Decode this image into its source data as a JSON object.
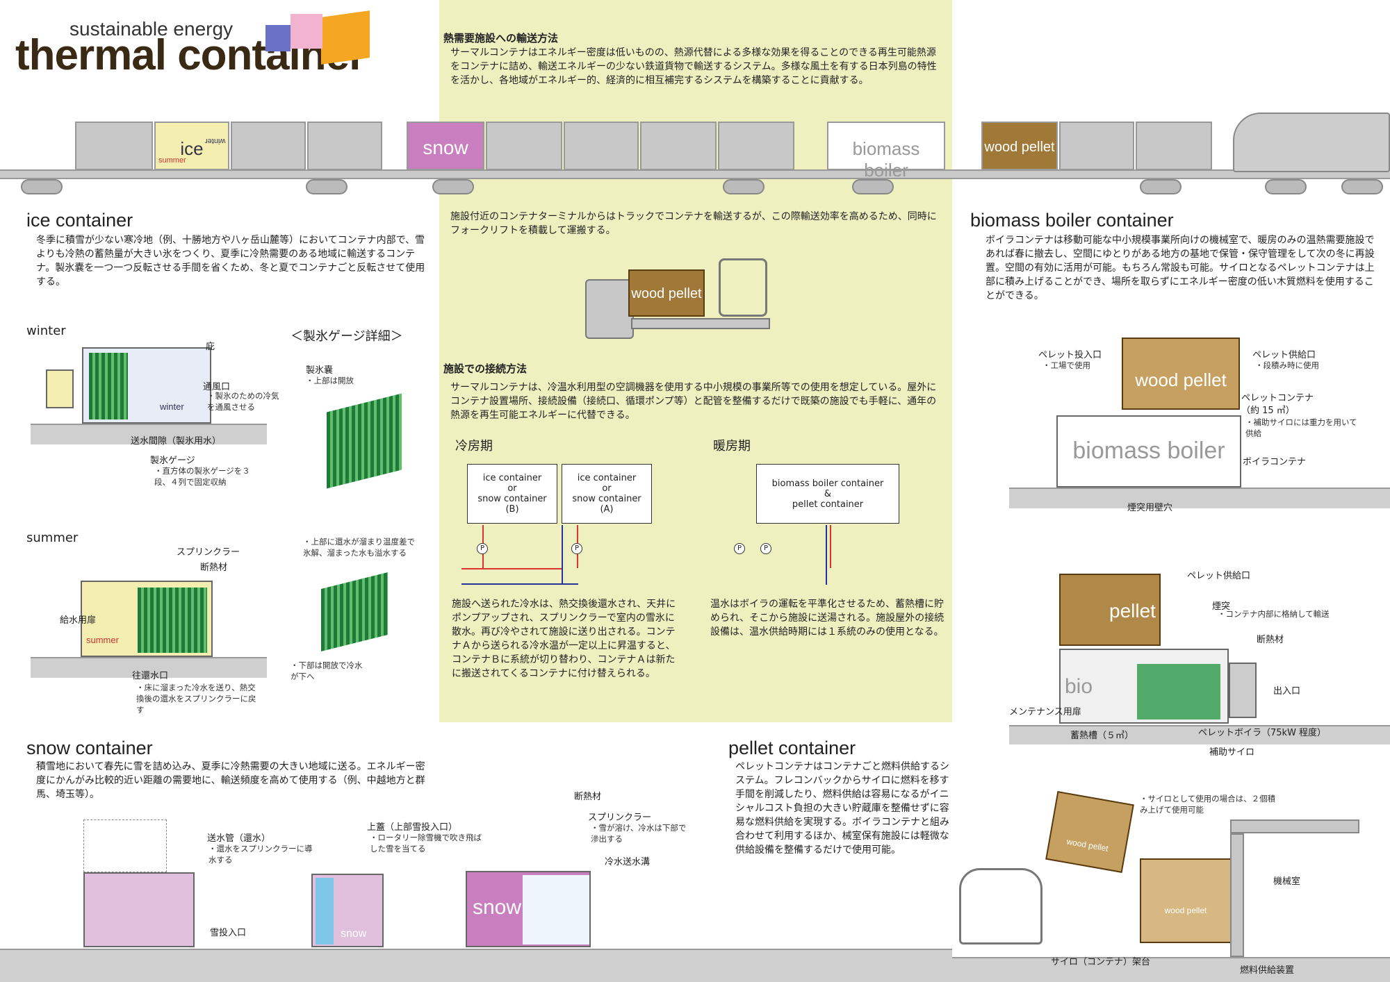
{
  "logo": {
    "small": "sustainable energy",
    "big": "thermal container"
  },
  "transport": {
    "title": "熱需要施設への輸送方法",
    "body": "サーマルコンテナはエネルギー密度は低いものの、熱源代替による多様な効果を得ることのできる再生可能熱源をコンテナに詰め、輸送エネルギーの少ない鉄道貨物で輸送するシステム。多様な風土を有する日本列島の特性を活かし、各地域がエネルギー的、経済的に相互補完するシステムを構築することに貢献する。",
    "truck_text": "施設付近のコンテナターミナルからはトラックでコンテナを輸送するが、この際輸送効率を高めるため、同時にフォークリフトを積載して運搬する。"
  },
  "train": {
    "containers": [
      "ice",
      "snow",
      "biomass boiler",
      "wood pellet"
    ],
    "ice_sub": {
      "top": "winter",
      "bottom": "summer"
    }
  },
  "connection": {
    "title": "施設での接続方法",
    "body": "サーマルコンテナは、冷温水利用型の空調機器を使用する中小規模の事業所等での使用を想定している。屋外にコンテナ設置場所、接続設備（接続口、循環ポンプ等）と配管を整備するだけで既築の施設でも手軽に、通年の熱源を再生可能エネルギーに代替できる。",
    "cooling": {
      "title": "冷房期",
      "box_b": [
        "ice container",
        "or",
        "snow container",
        "(B)"
      ],
      "box_a": [
        "ice container",
        "or",
        "snow container",
        "(A)"
      ],
      "body": "施設へ送られた冷水は、熱交換後還水され、天井にポンプアップされ、スプリンクラーで室内の雪氷に散水。再び冷やされて施設に送り出される。コンテナＡから送られる冷水温が一定以上に昇温すると、コンテナＢに系統が切り替わり、コンテナＡは新たに搬送されてくるコンテナに付け替えられる。"
    },
    "heating": {
      "title": "暖房期",
      "box": [
        "biomass boiler container",
        "&",
        "pellet container"
      ],
      "body": "温水はボイラの運転を平準化させるため、蓄熱槽に貯められ、そこから施設に送湯される。施設屋外の接続設備は、温水供給時期には１系統のみの使用となる。"
    },
    "pump_label": "P"
  },
  "ice": {
    "title": "ice container",
    "body": "冬季に積雪が少ない寒冷地（例、十勝地方や八ヶ岳山麓等）においてコンテナ内部で、雪よりも冷熱の蓄熱量が大きい氷をつくり、夏季に冷熱需要のある地域に輸送するコンテナ。製氷嚢を一つ一つ反転させる手間を省くため、冬と夏でコンテナごと反転させて使用する。",
    "winter": {
      "label": "winter",
      "eave": "庇",
      "vent": "通風口",
      "vent_note": "・製氷のための冷気を通風させる",
      "gap": "送水間隙（製氷用水）",
      "gauge": "製氷ゲージ",
      "gauge_note": "・直方体の製氷ゲージを３段、４列で固定収納",
      "tag": "winter"
    },
    "gauge_detail": {
      "title": "＜製氷ゲージ詳細＞",
      "bag": "製氷嚢",
      "bag_note": "・上部は開放",
      "top_note": "・上部に還水が溜まり温度差で氷解、溜まった水も溢水する",
      "bottom_note": "・下部は開放で冷水が下へ"
    },
    "summer": {
      "label": "summer",
      "sprinkler": "スプリンクラー",
      "insulation": "断熱材",
      "door": "給水用扉",
      "port": "往還水口",
      "port_note": "・床に溜まった冷水を送り、熱交換後の還水をスプリンクラーに戻す",
      "tag": "summer"
    }
  },
  "snow": {
    "title": "snow container",
    "body": "積雪地において春先に雪を詰め込み、夏季に冷熱需要の大きい地域に送る。エネルギー密度にかんがみ比較的近い距離の需要地に、輸送頻度を高めて使用する（例、中越地方と群馬、埼玉等）。",
    "pipe": "送水管（還水）",
    "pipe_note": "・還水をスプリンクラーに導水する",
    "inlet": "雪投入口",
    "lid": "上蓋（上部雪投入口）",
    "lid_note": "・ロータリー除雪機で吹き飛ばした雪を当てる",
    "insulation": "断熱材",
    "sprinkler": "スプリンクラー",
    "sprinkler_note": "・雪が溶け、冷水は下部で滲出する",
    "channel": "冷水送水溝",
    "tag": "snow"
  },
  "pellet": {
    "title": "pellet container",
    "body": "ペレットコンテナはコンテナごと燃料供給するシステム。フレコンバックからサイロに燃料を移す手間を削減したり、燃料供給は容易になるがイニシャルコスト負担の大きい貯蔵庫を整備せずに容易な燃料供給を実現する。ボイラコンテナと組み合わせて利用するほか、械室保有施設には軽微な供給設備を整備するだけで使用可能。",
    "silo_note": "・サイロとして使用の場合は、２個積み上げて使用可能",
    "machine_room": "機械室",
    "rack": "サイロ（コンテナ）架台",
    "feeder": "燃料供給装置",
    "tag": "wood pellet"
  },
  "biomass": {
    "title": "biomass boiler container",
    "body": "ボイラコンテナは移動可能な中小規模事業所向けの機械室で、暖房のみの温熱需要施設であれば春に撤去し、空間にゆとりがある地方の基地で保管・保守管理をして次の冬に再設置。空間の有効に活用が可能。もちろん常設も可能。サイロとなるペレットコンテナは上部に積み上げることができ、場所を取らずにエネルギー密度の低い木質燃料を使用することができる。",
    "stack": {
      "inlet": "ペレット投入口",
      "inlet_note": "・工場で使用",
      "supply": "ペレット供給口",
      "supply_note": "・段積み時に使用",
      "pellet_container": "ペレットコンテナ",
      "volume": "（約 15 ㎥）",
      "volume_note": "・補助サイロには重力を用いて供給",
      "boiler_container": "ボイラコンテナ",
      "chimney_hole": "煙突用壁穴",
      "tag_pellet": "wood pellet",
      "tag_boiler": "biomass boiler"
    },
    "section": {
      "supply": "ペレット供給口",
      "chimney": "煙突",
      "chimney_note": "・コンテナ内部に格納して輸送",
      "insulation": "断熱材",
      "exit": "出入口",
      "maint_door": "メンテナンス用扉",
      "tank": "蓄熱槽（５㎥）",
      "boiler": "ペレットボイラ（75kW 程度）",
      "silo": "補助サイロ",
      "tag_pellet": "pellet",
      "tag_bio": "bio"
    }
  },
  "colors": {
    "panel": "#eef0c0",
    "ice": "#f4efb0",
    "snow": "#c97ec0",
    "wood": "#a07838",
    "hot": "#dd3333",
    "cold": "#223399",
    "hatch": "#1f7a3a"
  }
}
